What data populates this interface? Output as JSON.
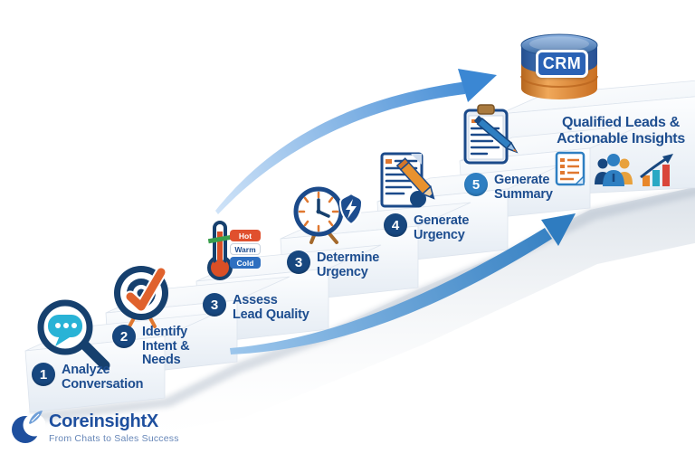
{
  "brand": {
    "name_core": "Core",
    "name_insight": "insight",
    "name_x": "X",
    "tagline": "From Chats to Sales Success"
  },
  "steps": [
    {
      "number": "1",
      "label": "Analyze\nConversation",
      "icon": "magnifier-chat-icon"
    },
    {
      "number": "2",
      "label": "Identify\nIntent & Needs",
      "icon": "target-check-icon"
    },
    {
      "number": "3",
      "label": "Assess\nLead Quality",
      "icon": "thermometer-icon",
      "scale": [
        "Hot",
        "Warm",
        "Cold"
      ]
    },
    {
      "number": "3",
      "label": "Determine\nUrgency",
      "icon": "alarm-clock-lightning-icon"
    },
    {
      "number": "4",
      "label": "Generate\nUrgency",
      "icon": "document-pencil-icon"
    },
    {
      "number": "5",
      "label": "Generate\nSummary",
      "icon": "clipboard-pen-icon"
    }
  ],
  "crm": {
    "label": "CRM"
  },
  "outcome": {
    "title": "Qualified Leads &\nActionable Insights",
    "icons": [
      "checklist-icon",
      "team-icon",
      "growth-chart-icon"
    ]
  },
  "colors": {
    "navy": "#1d4d8f",
    "badge": "#17477f",
    "badge_alt": "#2e7fc2",
    "orange": "#e07830",
    "red_orange": "#d94f26",
    "teal_bubble": "#29b3d6",
    "arrow_light": "#cfe3f8",
    "arrow_dark": "#2f7cc0",
    "crm_blue": "#2a62b5",
    "crm_orange": "#d9822b"
  }
}
